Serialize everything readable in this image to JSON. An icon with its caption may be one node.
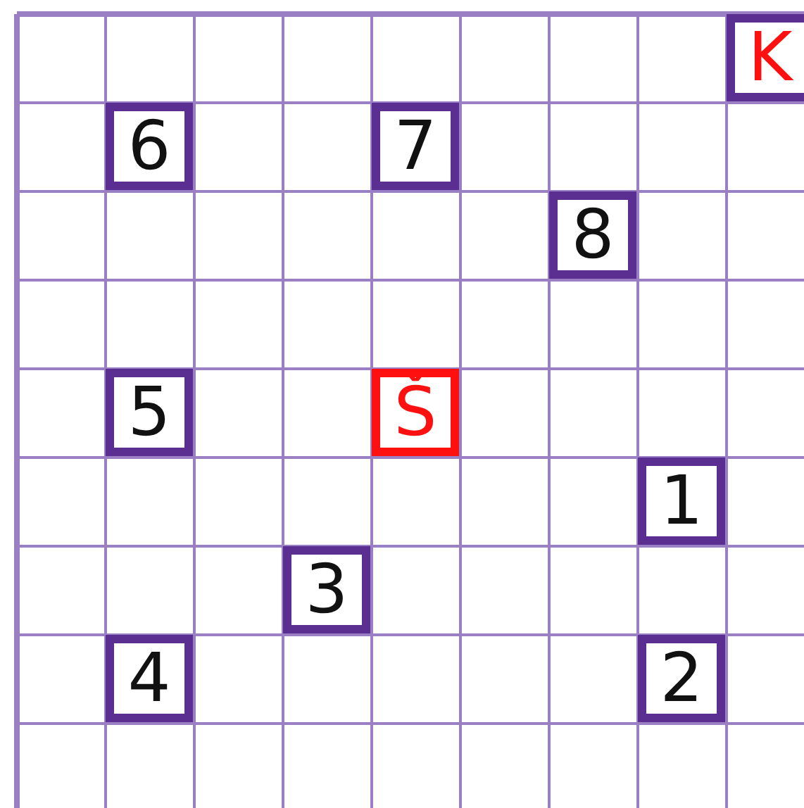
{
  "diagram": {
    "nodes": [
      {
        "text": [
          "K"
        ]
      },
      {
        "text": [
          "6"
        ]
      },
      {
        "text": [
          "7"
        ]
      },
      {
        "text": [
          "8"
        ]
      },
      {
        "text": [
          "5"
        ]
      },
      {
        "text": [
          "Š"
        ]
      },
      {
        "text": [
          "1"
        ]
      },
      {
        "text": [
          "3"
        ]
      },
      {
        "text": [
          "4"
        ]
      },
      {
        "text": [
          "2"
        ]
      }
    ]
  }
}
